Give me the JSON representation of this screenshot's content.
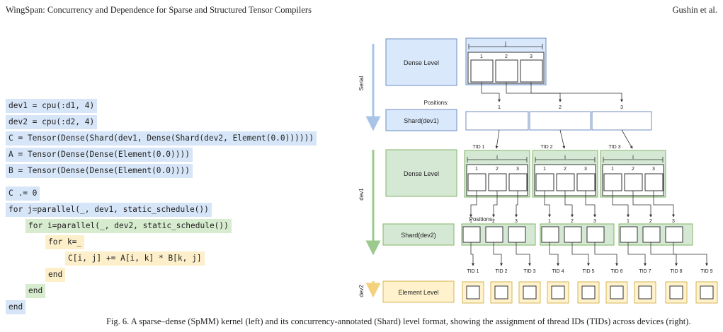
{
  "header": {
    "title": "WingSpan: Concurrency and Dependence for Sparse and Structured Tensor Compilers",
    "authors": "Gushin et al."
  },
  "code_lines": [
    {
      "text": "dev1 = cpu(:d1, 4)",
      "color": "#d6e5f7"
    },
    {
      "text": "dev2 = cpu(:d2, 4)",
      "color": "#d6e5f7"
    },
    {
      "text": "C = Tensor(Dense(Shard(dev1, Dense(Shard(dev2, Element(0.0))))))",
      "color": "#d6e5f7"
    },
    {
      "text": "A = Tensor(Dense(Dense(Element(0.0))))",
      "color": "#d6e5f7"
    },
    {
      "text": "B = Tensor(Dense(Dense(Element(0.0))))",
      "color": "#d6e5f7"
    },
    {
      "text": "C .= 0",
      "color": "#d6e5f7"
    },
    {
      "text": "for j=parallel(_, dev1, static_schedule())",
      "color": "#d6e5f7"
    },
    {
      "text": "for i=parallel(_, dev2, static_schedule())",
      "color": "#d7ebcf"
    },
    {
      "text": "for k=_",
      "color": "#fcefc9"
    },
    {
      "text": "C[i, j] += A[i, k] * B[k, j]",
      "color": "#fcefc9"
    },
    {
      "text": "end",
      "color": "#fcefc9"
    },
    {
      "text": "end",
      "color": "#d7ebcf"
    },
    {
      "text": "end",
      "color": "#d6e5f7"
    }
  ],
  "diagram": {
    "axis_labels": {
      "serial": "Serial",
      "dev1": "dev1",
      "dev2": "dev2"
    },
    "levels": {
      "dense1": "Dense Level",
      "shard1": "Shard(dev1)",
      "dense2": "Dense Level",
      "shard2": "Shard(dev2)",
      "element": "Element Level"
    },
    "positions_label": "Positions:",
    "j_label": "j",
    "i_label": "i",
    "indices": [
      "1",
      "2",
      "3"
    ],
    "tids_top": [
      "TID 1",
      "TID 2",
      "TID 3"
    ],
    "tids_bottom": [
      "TID 1",
      "TID 2",
      "TID 3",
      "TID 4",
      "TID 5",
      "TID 6",
      "TID 7",
      "TID 8",
      "TID 9"
    ],
    "colors": {
      "blue_fill": "#dae8fc",
      "blue_stroke": "#6c8ebf",
      "green_fill": "#d5e8d4",
      "green_stroke": "#82b366",
      "yellow_fill": "#fff2cc",
      "yellow_stroke": "#d6b656"
    }
  },
  "caption": "Fig. 6.  A sparse–dense (SpMM) kernel (left) and its concurrency-annotated (Shard) level format, showing the assignment of thread IDs (TIDs) across devices (right)."
}
